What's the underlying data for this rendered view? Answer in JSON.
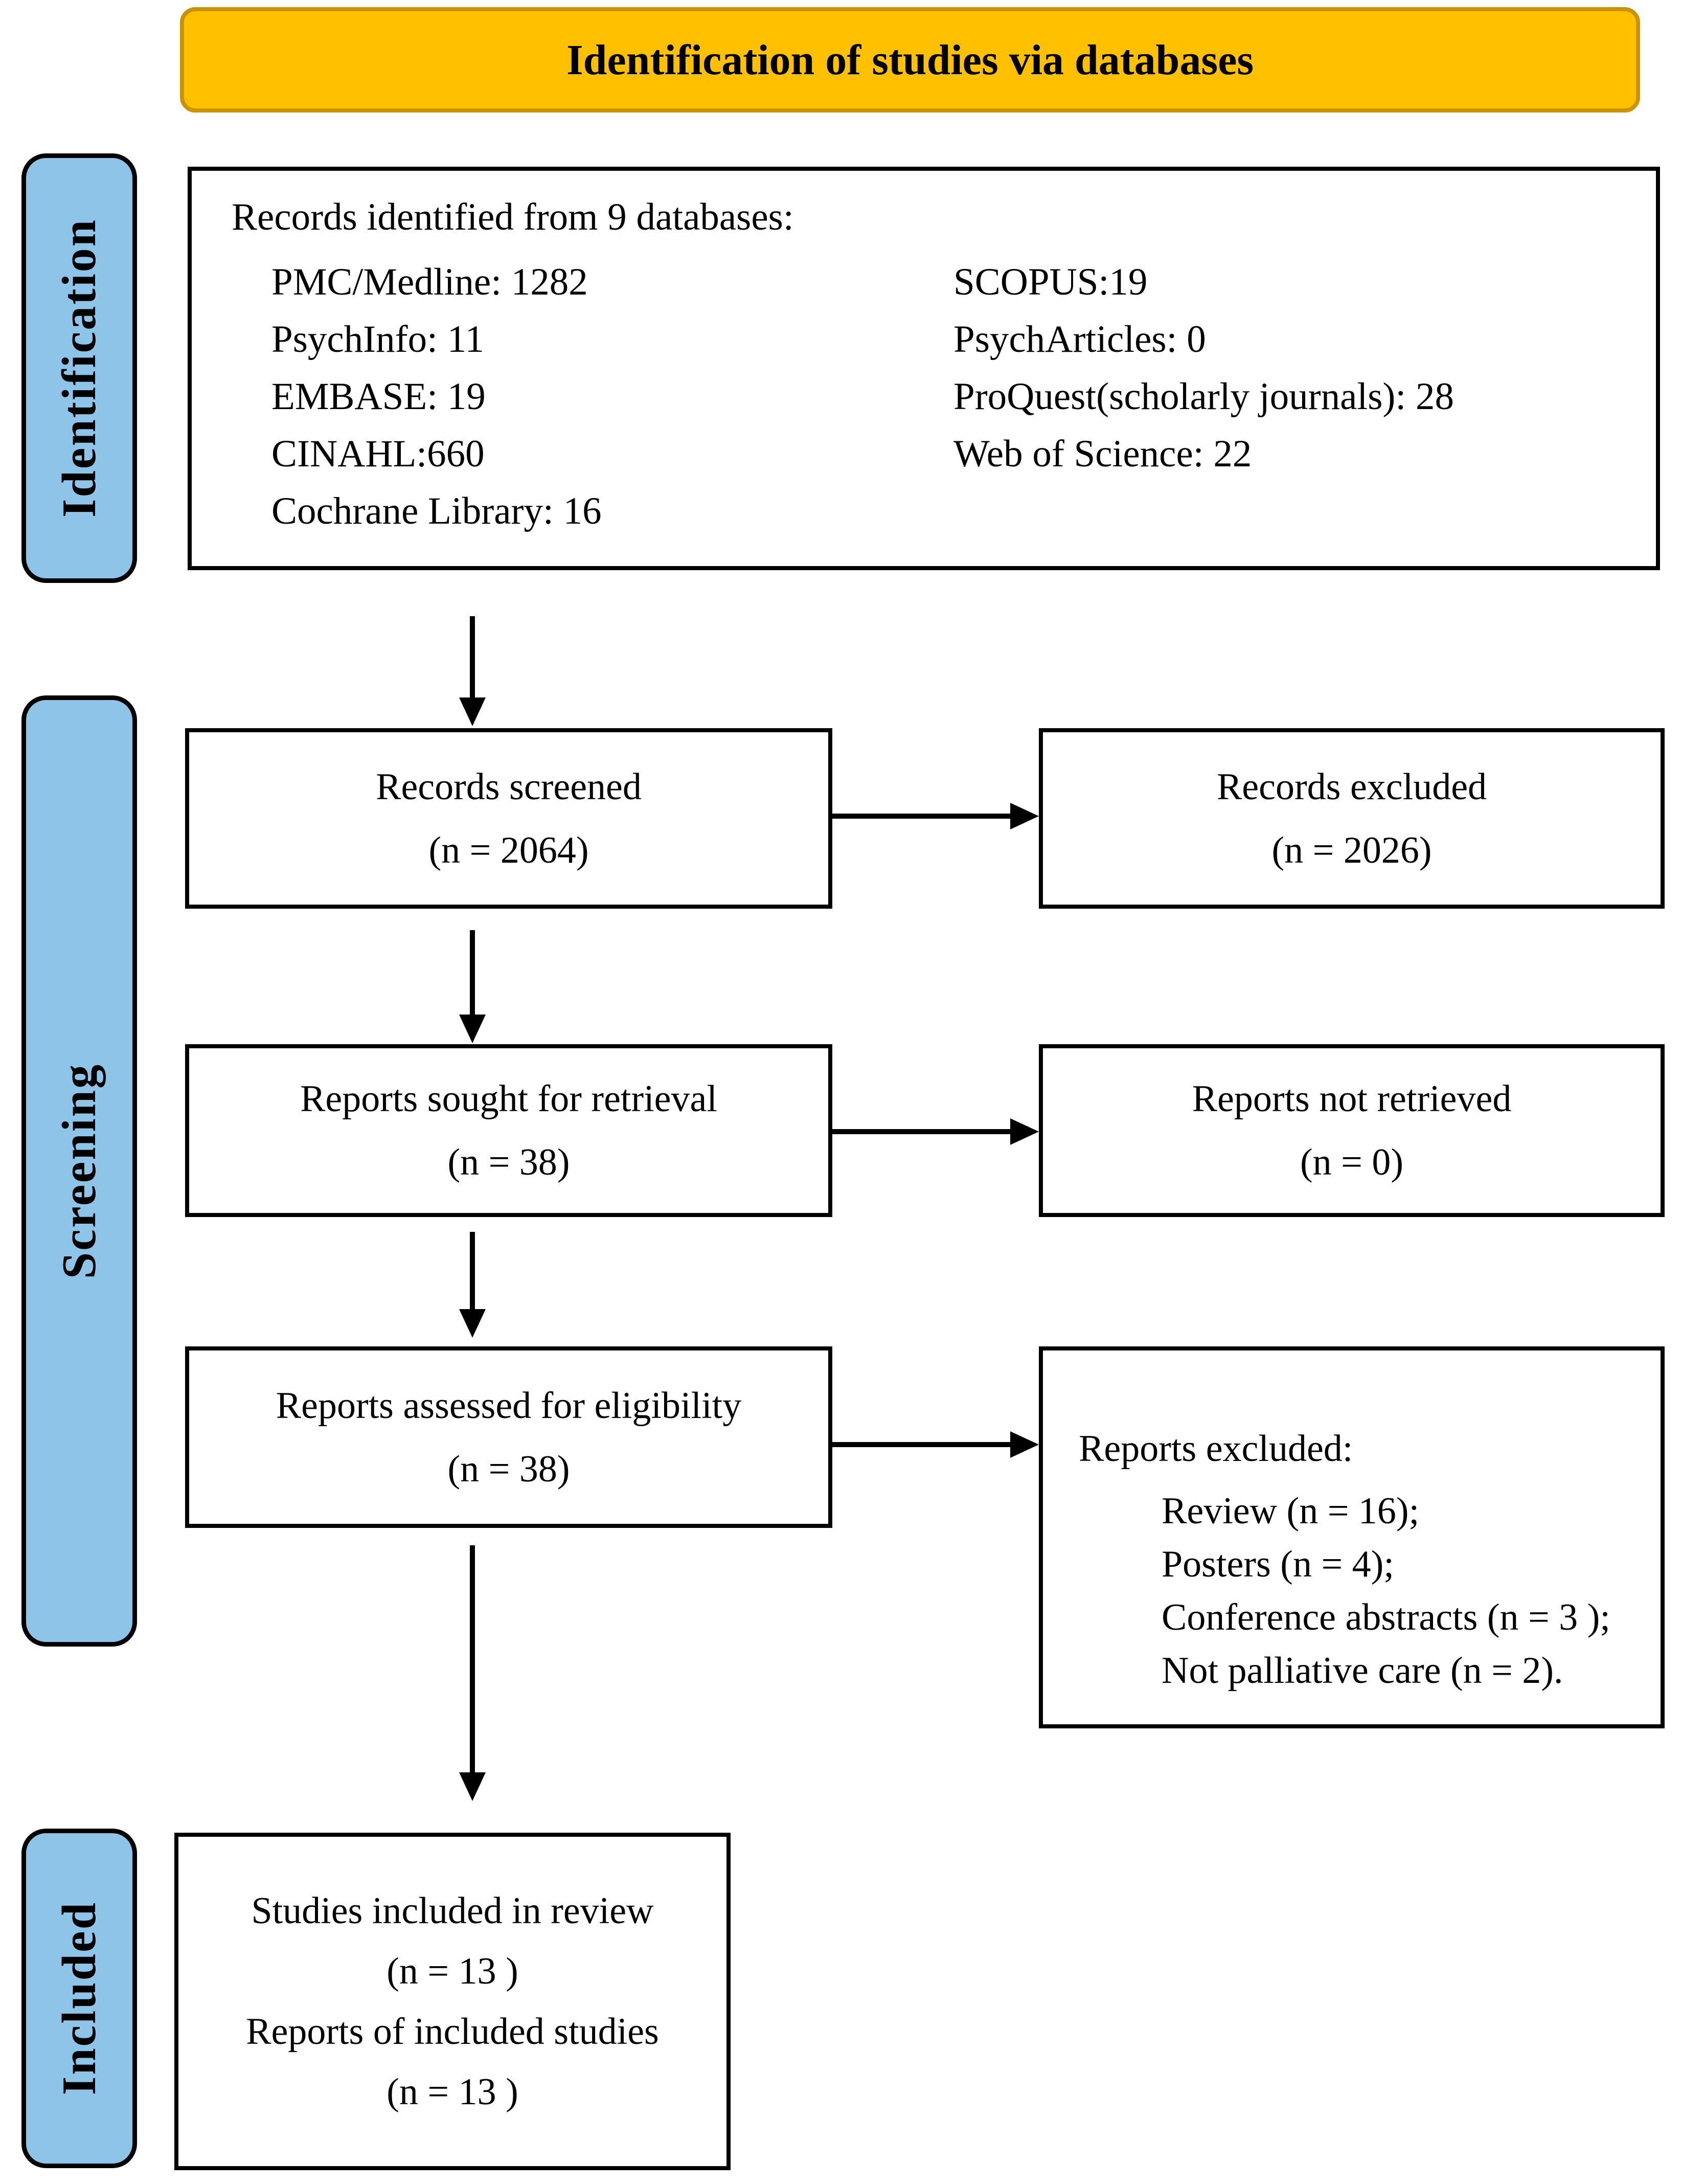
{
  "colors": {
    "banner_fill": "#FFC000",
    "banner_border": "#C99400",
    "label_fill": "#8FC4E9",
    "ink": "#000000"
  },
  "banner": {
    "title": "Identification of studies via databases"
  },
  "side_labels": {
    "identification": "Identification",
    "screening": "Screening",
    "included": "Included"
  },
  "boxes": {
    "identified": {
      "title": "Records identified from 9 databases:",
      "left_items": [
        "PMC/Medline: 1282",
        "PsychInfo: 11",
        "EMBASE: 19",
        "CINAHL:660",
        "Cochrane Library: 16"
      ],
      "right_items": [
        "SCOPUS:19",
        "PsychArticles: 0",
        "ProQuest(scholarly journals): 28",
        "Web of Science: 22"
      ]
    },
    "records_screened": {
      "line1": "Records screened",
      "line2": "(n = 2064)"
    },
    "records_excluded": {
      "line1": "Records excluded",
      "line2": "(n = 2026)"
    },
    "reports_sought": {
      "line1": "Reports sought for retrieval",
      "line2": "(n = 38)"
    },
    "reports_not_retrieved": {
      "line1": "Reports not retrieved",
      "line2": "(n = 0)"
    },
    "reports_assessed": {
      "line1": "Reports assessed for eligibility",
      "line2": "(n = 38)"
    },
    "reports_excluded_detail": {
      "title": "Reports excluded:",
      "items": [
        "Review (n = 16);",
        "Posters (n = 4);",
        "Conference abstracts (n = 3 );",
        "Not palliative care (n = 2)."
      ]
    },
    "studies_included": {
      "line1": "Studies included in review",
      "line2": "(n = 13 )",
      "line3": "Reports of included studies",
      "line4": "(n = 13 )"
    }
  }
}
